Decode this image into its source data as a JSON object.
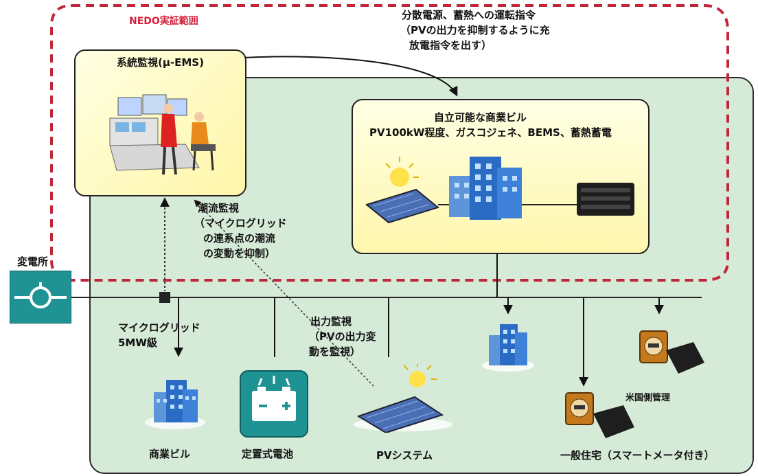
{
  "nedo_scope_label": "NEDO実証範囲",
  "dispatch_command": {
    "line1": "分散電源、蓄熱への運転指令",
    "line2": "（PVの出力を抑制するように充",
    "line3": "放電指令を出す）"
  },
  "ems": {
    "title": "系統監視(μ-EMS)"
  },
  "commercial_building": {
    "line1": "自立可能な商業ビル",
    "line2": "PV100kW程度、ガスコジェネ、BEMS、蓄熱蓄電"
  },
  "power_flow": {
    "line1": "潮流監視",
    "line2": "（マイクログリッド",
    "line3": "の連系点の潮流",
    "line4": "の変動を抑制）"
  },
  "substation_label": "変電所",
  "microgrid": {
    "line1": "マイクログリッド",
    "line2": "5MW級"
  },
  "output_monitor": {
    "line1": "出力監視",
    "line2": "（PVの出力変",
    "line3": "動を監視）"
  },
  "bottom_labels": {
    "commercial_building": "商業ビル",
    "battery": "定置式電池",
    "pv_system": "PVシステム",
    "household": "一般住宅（スマートメータ付き）",
    "us_managed": "米国側管理"
  },
  "colors": {
    "green_area": "#d6ead8",
    "dashed_border": "#c0263a",
    "box_fill": "#fff7ad",
    "teal": "#1f9394",
    "building_blue": "#2a6cc4"
  }
}
